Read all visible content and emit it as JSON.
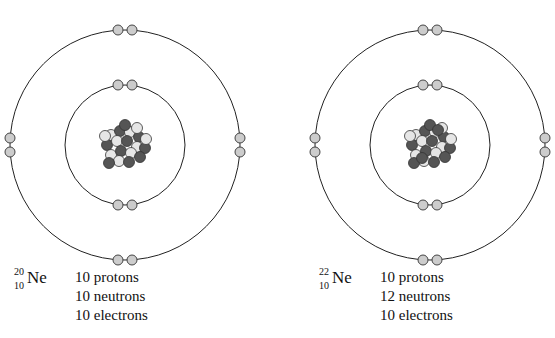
{
  "diagram": {
    "labels": [
      "20",
      "10",
      "Ne",
      "10 protons",
      "10 neutrons",
      "10 electrons",
      "22",
      "10",
      "Ne",
      "10 protons",
      "12 neutrons",
      "10 electrons"
    ]
  }
}
